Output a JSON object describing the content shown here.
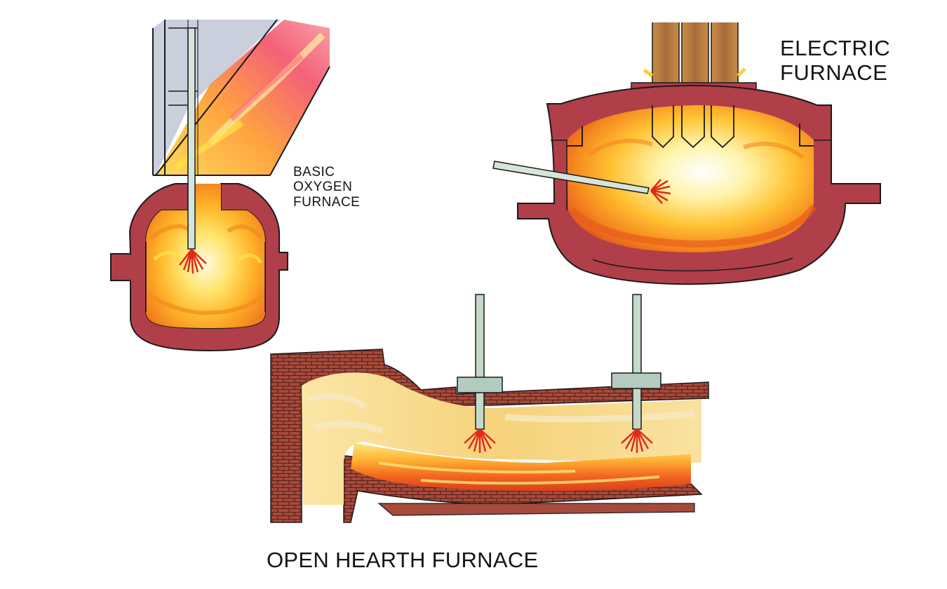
{
  "diagram": {
    "furnaces": [
      {
        "id": "basic-oxygen",
        "label_lines": [
          "BASIC",
          "OXYGEN",
          "FURNACE"
        ]
      },
      {
        "id": "electric",
        "label_lines": [
          "ELECTRIC",
          "FURNACE"
        ]
      },
      {
        "id": "open-hearth",
        "label_lines": [
          "OPEN HEARTH FURNACE"
        ]
      }
    ],
    "colors": {
      "refractory": "#b03f4a",
      "brick": "#8b3a2e",
      "hood": "#c9cfdc",
      "flame_hot": "#fffbe0",
      "flame_yellow": "#ffd12a",
      "flame_orange": "#f58a1c",
      "flame_red": "#e23b1d",
      "gas_pale": "#f8df9a",
      "lance": "#c4d9c8",
      "outline": "#1a1a1a"
    }
  }
}
